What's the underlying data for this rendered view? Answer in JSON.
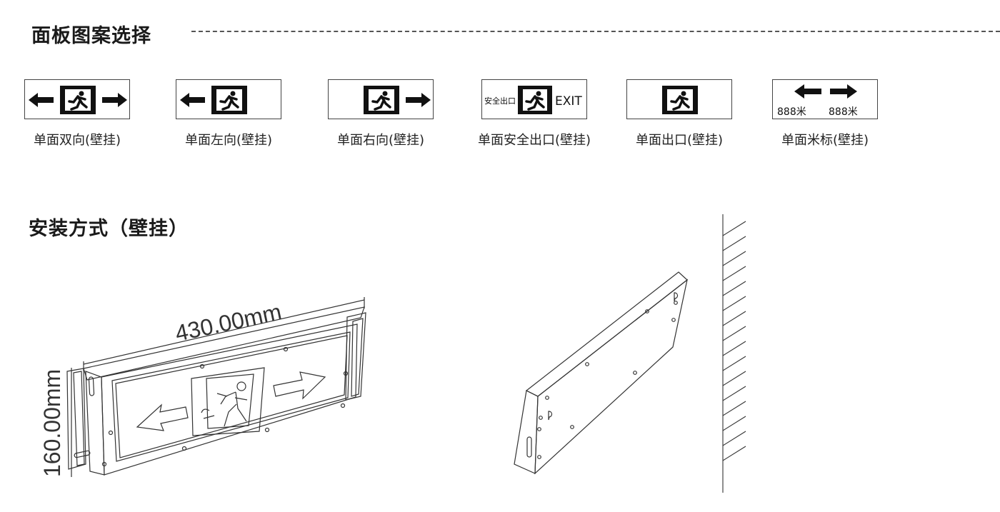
{
  "sections": {
    "panel_selection_title": "面板图案选择",
    "mounting_title": "安装方式（壁挂）"
  },
  "patterns": [
    {
      "caption": "单面双向(壁挂)",
      "icon": "double-arrow-exit"
    },
    {
      "caption": "单面左向(壁挂)",
      "icon": "left-arrow-exit"
    },
    {
      "caption": "单面右向(壁挂)",
      "icon": "right-arrow-exit"
    },
    {
      "caption": "单面安全出口(壁挂)",
      "icon": "safety-exit",
      "left_text": "安全出口",
      "right_text": "EXIT"
    },
    {
      "caption": "单面出口(壁挂)",
      "icon": "exit-only"
    },
    {
      "caption": "单面米标(壁挂)",
      "icon": "meter-mark",
      "left_text": "888米",
      "right_text": "888米"
    }
  ],
  "dimensions": {
    "width": "430.00mm",
    "height": "160.00mm"
  }
}
